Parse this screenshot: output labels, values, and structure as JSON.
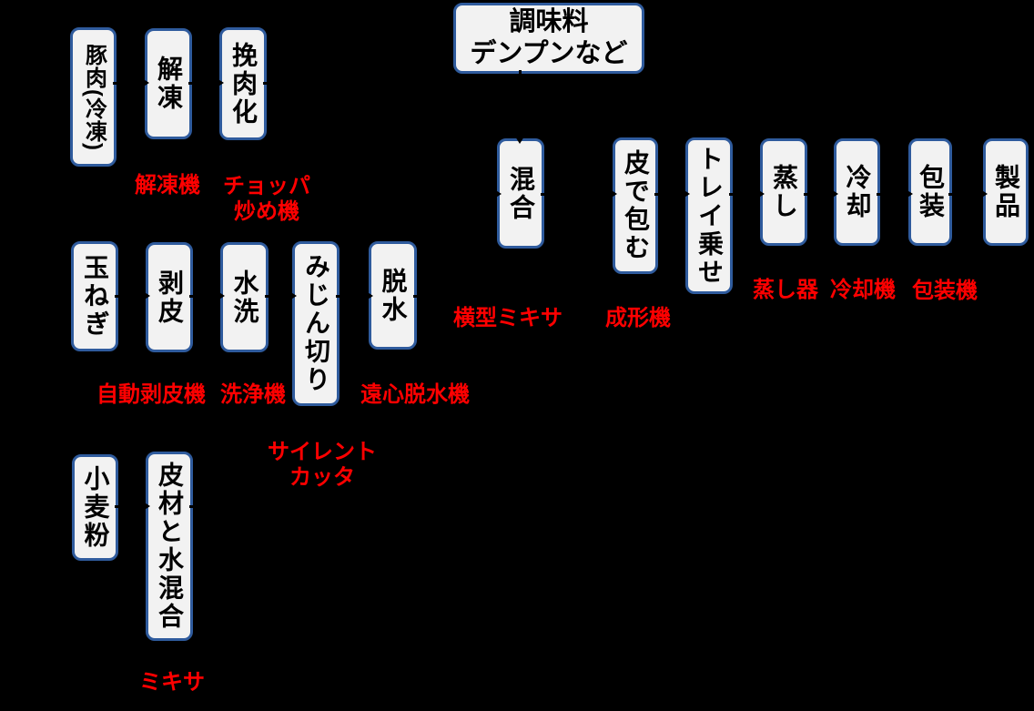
{
  "colors": {
    "background": "#000000",
    "box_fill": "#f2f2f2",
    "box_border": "#2f5b9d",
    "box_text": "#000000",
    "machine_label": "#ff0000"
  },
  "nodes": [
    {
      "label": "豚肉(冷凍)"
    },
    {
      "label": "解凍"
    },
    {
      "label": "挽肉化"
    },
    {
      "label": "調味料",
      "label2": "デンプンなど"
    },
    {
      "label": "玉ねぎ"
    },
    {
      "label": "剥皮"
    },
    {
      "label": "水洗"
    },
    {
      "label": "みじん切り"
    },
    {
      "label": "脱水"
    },
    {
      "label": "混合"
    },
    {
      "label": "皮で包む"
    },
    {
      "label": "トレイ乗せ"
    },
    {
      "label": "蒸し"
    },
    {
      "label": "冷却"
    },
    {
      "label": "包装"
    },
    {
      "label": "製品"
    },
    {
      "label": "小麦粉"
    },
    {
      "label": "皮材と水混合"
    }
  ],
  "machines": [
    {
      "label": "解凍機"
    },
    {
      "label": "チョッパ",
      "label2": "炒め機"
    },
    {
      "label": "自動剥皮機"
    },
    {
      "label": "洗浄機"
    },
    {
      "label": "サイレント",
      "label2": "カッタ"
    },
    {
      "label": "遠心脱水機"
    },
    {
      "label": "横型ミキサ"
    },
    {
      "label": "成形機"
    },
    {
      "label": "蒸し器"
    },
    {
      "label": "冷却機"
    },
    {
      "label": "包装機"
    },
    {
      "label": "ミキサ"
    }
  ],
  "connections": [
    {
      "from": "豚肉(冷凍)",
      "to": "解凍"
    },
    {
      "from": "解凍",
      "to": "挽肉化"
    },
    {
      "from": "挽肉化",
      "to": "混合"
    },
    {
      "from": "調味料デンプンなど",
      "to": "混合"
    },
    {
      "from": "玉ねぎ",
      "to": "剥皮"
    },
    {
      "from": "剥皮",
      "to": "水洗"
    },
    {
      "from": "水洗",
      "to": "みじん切り"
    },
    {
      "from": "みじん切り",
      "to": "脱水"
    },
    {
      "from": "脱水",
      "to": "混合"
    },
    {
      "from": "混合",
      "to": "皮で包む"
    },
    {
      "from": "皮で包む",
      "to": "トレイ乗せ"
    },
    {
      "from": "トレイ乗せ",
      "to": "蒸し"
    },
    {
      "from": "蒸し",
      "to": "冷却"
    },
    {
      "from": "冷却",
      "to": "包装"
    },
    {
      "from": "包装",
      "to": "製品"
    },
    {
      "from": "小麦粉",
      "to": "皮材と水混合"
    },
    {
      "from": "皮材と水混合",
      "to": "皮で包む"
    }
  ]
}
